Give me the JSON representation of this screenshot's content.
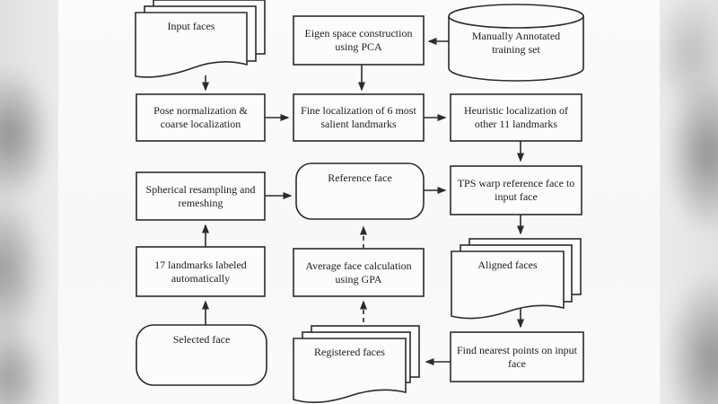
{
  "diagram": {
    "kind": "flowchart",
    "colors": {
      "line": "#2b2b2b",
      "node_fill": "#fcfcfc",
      "text": "#1c1c1c",
      "page_background": "#fafafa",
      "backdrop": "#e9e9e9"
    },
    "nodes": [
      {
        "id": "input-faces",
        "shape": "document-stack",
        "label": "Input faces"
      },
      {
        "id": "eigen-space",
        "shape": "process-box",
        "label": "Eigen space construction\nusing PCA"
      },
      {
        "id": "training-set",
        "shape": "database-cylinder",
        "label": "Manually Annotated\ntraining set"
      },
      {
        "id": "pose-normalization",
        "shape": "process-box",
        "label": "Pose normalization &\ncoarse localization"
      },
      {
        "id": "fine-localization",
        "shape": "process-box",
        "label": "Fine localization of 6 most\nsalient landmarks"
      },
      {
        "id": "heuristic-localization",
        "shape": "process-box",
        "label": "Heuristic localization of\nother 11 landmarks"
      },
      {
        "id": "spherical-resampling",
        "shape": "process-box",
        "label": "Spherical resampling and\nremeshing"
      },
      {
        "id": "reference-face",
        "shape": "rounded-box",
        "label": "Reference face"
      },
      {
        "id": "tps-warp",
        "shape": "process-box",
        "label": "TPS warp reference face to\ninput face"
      },
      {
        "id": "landmarks-17",
        "shape": "process-box",
        "label": "17 landmarks labeled\nautomatically"
      },
      {
        "id": "average-face",
        "shape": "process-box",
        "label": "Average face calculation\nusing GPA"
      },
      {
        "id": "aligned-faces",
        "shape": "document-stack",
        "label": "Aligned faces"
      },
      {
        "id": "selected-face",
        "shape": "rounded-box",
        "label": "Selected face"
      },
      {
        "id": "registered-faces",
        "shape": "document-stack",
        "label": "Registered faces"
      },
      {
        "id": "find-nearest",
        "shape": "process-box",
        "label": "Find nearest points on input\nface"
      }
    ],
    "edges": [
      {
        "from": "input-faces",
        "to": "pose-normalization",
        "style": "solid"
      },
      {
        "from": "training-set",
        "to": "eigen-space",
        "style": "solid"
      },
      {
        "from": "eigen-space",
        "to": "fine-localization",
        "style": "solid"
      },
      {
        "from": "pose-normalization",
        "to": "fine-localization",
        "style": "solid"
      },
      {
        "from": "fine-localization",
        "to": "heuristic-localization",
        "style": "solid"
      },
      {
        "from": "heuristic-localization",
        "to": "tps-warp",
        "style": "solid"
      },
      {
        "from": "spherical-resampling",
        "to": "reference-face",
        "style": "solid"
      },
      {
        "from": "reference-face",
        "to": "tps-warp",
        "style": "solid"
      },
      {
        "from": "tps-warp",
        "to": "aligned-faces",
        "style": "solid"
      },
      {
        "from": "aligned-faces",
        "to": "find-nearest",
        "style": "solid"
      },
      {
        "from": "find-nearest",
        "to": "registered-faces",
        "style": "solid"
      },
      {
        "from": "registered-faces",
        "to": "average-face",
        "style": "dashed"
      },
      {
        "from": "average-face",
        "to": "reference-face",
        "style": "dashed"
      },
      {
        "from": "selected-face",
        "to": "landmarks-17",
        "style": "solid"
      },
      {
        "from": "landmarks-17",
        "to": "spherical-resampling",
        "style": "solid"
      }
    ]
  }
}
